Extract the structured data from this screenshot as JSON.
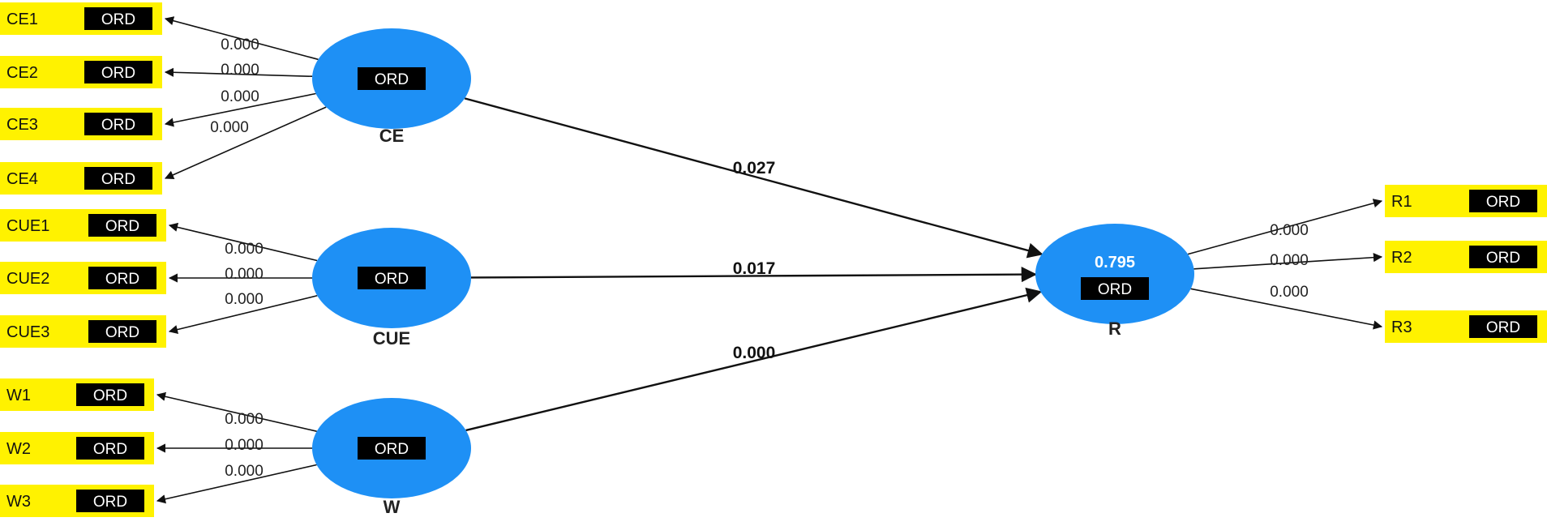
{
  "badge_text": "ORD",
  "colors": {
    "latent_fill": "#1e90f5",
    "indicator_fill": "#fff200",
    "badge_fill": "#000000",
    "arrow": "#111111"
  },
  "latents": [
    {
      "id": "CE",
      "name": "CE",
      "value": ""
    },
    {
      "id": "CUE",
      "name": "CUE",
      "value": ""
    },
    {
      "id": "W",
      "name": "W",
      "value": ""
    },
    {
      "id": "R",
      "name": "R",
      "value": "0.795"
    }
  ],
  "indicators": [
    {
      "id": "CE1",
      "label": "CE1",
      "latent": "CE",
      "loading": "0.000"
    },
    {
      "id": "CE2",
      "label": "CE2",
      "latent": "CE",
      "loading": "0.000"
    },
    {
      "id": "CE3",
      "label": "CE3",
      "latent": "CE",
      "loading": "0.000"
    },
    {
      "id": "CE4",
      "label": "CE4",
      "latent": "CE",
      "loading": "0.000"
    },
    {
      "id": "CUE1",
      "label": "CUE1",
      "latent": "CUE",
      "loading": "0.000"
    },
    {
      "id": "CUE2",
      "label": "CUE2",
      "latent": "CUE",
      "loading": "0.000"
    },
    {
      "id": "CUE3",
      "label": "CUE3",
      "latent": "CUE",
      "loading": "0.000"
    },
    {
      "id": "W1",
      "label": "W1",
      "latent": "W",
      "loading": "0.000"
    },
    {
      "id": "W2",
      "label": "W2",
      "latent": "W",
      "loading": "0.000"
    },
    {
      "id": "W3",
      "label": "W3",
      "latent": "W",
      "loading": "0.000"
    },
    {
      "id": "R1",
      "label": "R1",
      "latent": "R",
      "loading": "0.000"
    },
    {
      "id": "R2",
      "label": "R2",
      "latent": "R",
      "loading": "0.000"
    },
    {
      "id": "R3",
      "label": "R3",
      "latent": "R",
      "loading": "0.000"
    }
  ],
  "paths": [
    {
      "from": "CE",
      "to": "R",
      "value": "0.027"
    },
    {
      "from": "CUE",
      "to": "R",
      "value": "0.017"
    },
    {
      "from": "W",
      "to": "R",
      "value": "0.000"
    }
  ]
}
